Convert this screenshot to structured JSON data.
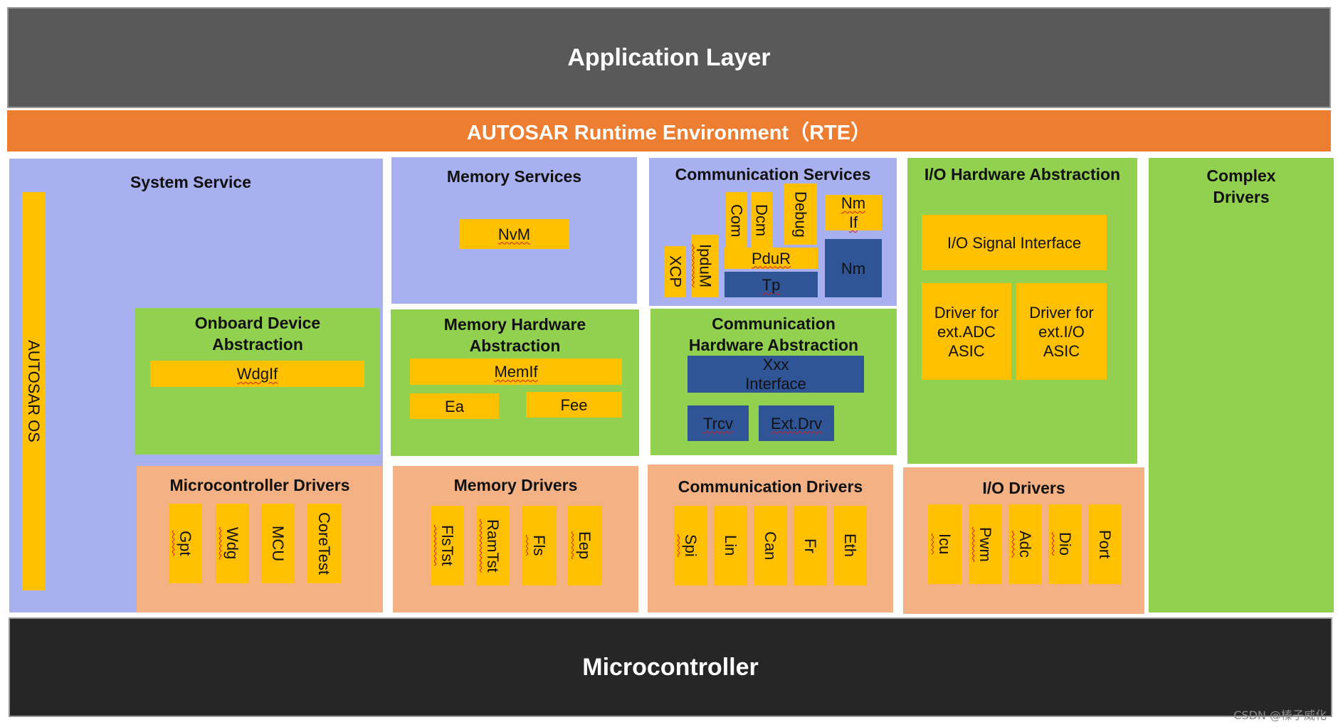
{
  "application_layer": "Application Layer",
  "rte": "AUTOSAR Runtime Environment（RTE）",
  "microcontroller": "Microcontroller",
  "watermark": "CSDN @榛子威化",
  "system_service": {
    "title": "System Service",
    "os": "AUTOSAR OS"
  },
  "onboard": {
    "title": "Onboard Device\nAbstraction",
    "wdgif": "WdgIf"
  },
  "mcu_drivers": {
    "title": "Microcontroller Drivers",
    "items": [
      "Gpt",
      "Wdg",
      "MCU",
      "CoreTest"
    ]
  },
  "memory_services": {
    "title": "Memory Services",
    "nvm": "NvM"
  },
  "memory_hw": {
    "title": "Memory Hardware\nAbstraction",
    "memif": "MemIf",
    "ea": "Ea",
    "fee": "Fee"
  },
  "memory_drivers": {
    "title": "Memory Drivers",
    "items": [
      "FlsTst",
      "RamTst",
      "Fls",
      "Eep"
    ]
  },
  "comm_services": {
    "title": "Communication Services",
    "com": "Com",
    "dcm": "Dcm",
    "debug": "Debug",
    "nmif": "Nm\nIf",
    "xcp": "XCP",
    "ipdum": "IpduM",
    "pdur": "PduR",
    "tp": "Tp",
    "nm": "Nm"
  },
  "comm_hw": {
    "title": "Communication\nHardware Abstraction",
    "xxx": "Xxx\nInterface",
    "trcv": "Trcv",
    "extdrv": "Ext.Drv"
  },
  "comm_drivers": {
    "title": "Communication Drivers",
    "items": [
      "Spi",
      "Lin",
      "Can",
      "Fr",
      "Eth"
    ]
  },
  "io_hw": {
    "title": "I/O Hardware Abstraction",
    "signal": "I/O Signal Interface",
    "adc": "Driver for\next.ADC\nASIC",
    "io": "Driver for\next.I/O\nASIC"
  },
  "io_drivers": {
    "title": "I/O Drivers",
    "items": [
      "Icu",
      "Pwm",
      "Adc",
      "Dio",
      "Port"
    ]
  },
  "complex": {
    "title": "Complex\nDrivers"
  },
  "colors": {
    "app": "#595959",
    "rte": "#ED7D31",
    "mcu": "#262626",
    "lavender": "#A9B0F0",
    "green": "#92D050",
    "salmon": "#F4B183",
    "yellow": "#FFC000",
    "blue": "#2F5597"
  }
}
